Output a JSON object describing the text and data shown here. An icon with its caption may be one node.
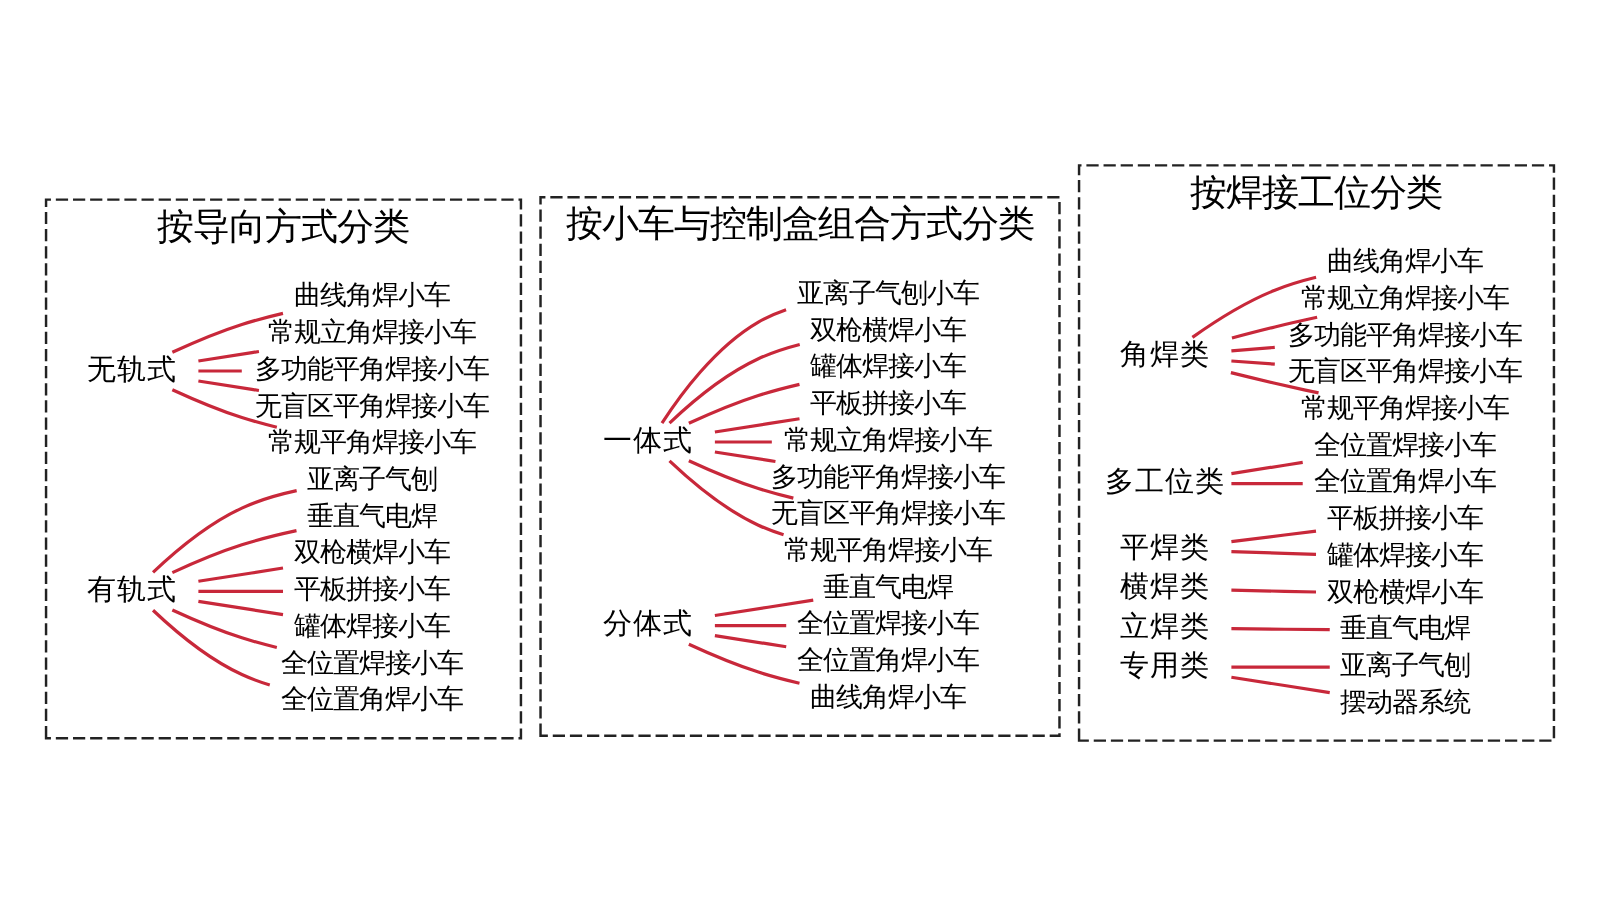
{
  "diagram": {
    "nodes": [
      {
        "text": [
          "按导向方式分类"
        ]
      },
      {
        "text": [
          "无轨式"
        ],
        "in": 0
      },
      {
        "text": [
          "常规平角焊接小车"
        ],
        "in": 0
      },
      {
        "text": [
          "无盲区平角焊接小车"
        ],
        "in": 0
      },
      {
        "text": [
          "多功能平角焊接小车"
        ],
        "in": 0
      },
      {
        "text": [
          "常规立角焊接小车"
        ],
        "in": 0
      },
      {
        "text": [
          "曲线角焊小车"
        ],
        "in": 0
      },
      {
        "text": [
          "有轨式"
        ],
        "in": 0
      },
      {
        "text": [
          "全位置角焊小车"
        ],
        "in": 0
      },
      {
        "text": [
          "全位置焊接小车"
        ],
        "in": 0
      },
      {
        "text": [
          "罐体焊接小车"
        ],
        "in": 0
      },
      {
        "text": [
          "平板拼接小车"
        ],
        "in": 0
      },
      {
        "text": [
          "双枪横焊小车"
        ],
        "in": 0
      },
      {
        "text": [
          "垂直气电焊"
        ],
        "in": 0
      },
      {
        "text": [
          "亚离子气刨"
        ],
        "in": 0
      },
      {
        "text": [
          "按小车与控制盒组合方式分类"
        ]
      },
      {
        "text": [
          "一体式"
        ],
        "in": 15
      },
      {
        "text": [
          "常规平角焊接小车"
        ],
        "in": 15
      },
      {
        "text": [
          "无盲区平角焊接小车"
        ],
        "in": 15
      },
      {
        "text": [
          "多功能平角焊接小车"
        ],
        "in": 15
      },
      {
        "text": [
          "常规立角焊接小车"
        ],
        "in": 15
      },
      {
        "text": [
          "平板拼接小车"
        ],
        "in": 15
      },
      {
        "text": [
          "罐体焊接小车"
        ],
        "in": 15
      },
      {
        "text": [
          "双枪横焊小车"
        ],
        "in": 15
      },
      {
        "text": [
          "亚离子气刨小车"
        ],
        "in": 15
      },
      {
        "text": [
          "分体式"
        ],
        "in": 15
      },
      {
        "text": [
          "曲线角焊小车"
        ],
        "in": 15
      },
      {
        "text": [
          "全位置角焊小车"
        ],
        "in": 15
      },
      {
        "text": [
          "全位置焊接小车"
        ],
        "in": 15
      },
      {
        "text": [
          "垂直气电焊"
        ],
        "in": 15
      },
      {
        "text": [
          "按焊接工位分类"
        ]
      },
      {
        "text": [
          "角焊类"
        ],
        "in": 30
      },
      {
        "text": [
          "常规平角焊接小车"
        ],
        "in": 30
      },
      {
        "text": [
          "无盲区平角焊接小车"
        ],
        "in": 30
      },
      {
        "text": [
          "多功能平角焊接小车"
        ],
        "in": 30
      },
      {
        "text": [
          "常规立角焊接小车"
        ],
        "in": 30
      },
      {
        "text": [
          "曲线角焊小车"
        ],
        "in": 30
      },
      {
        "text": [
          "多工位类"
        ],
        "in": 30
      },
      {
        "text": [
          "全位置角焊小车"
        ],
        "in": 30
      },
      {
        "text": [
          "全位置焊接小车"
        ],
        "in": 30
      },
      {
        "text": [
          "平焊类"
        ],
        "in": 30
      },
      {
        "text": [
          "罐体焊接小车"
        ],
        "in": 30
      },
      {
        "text": [
          "平板拼接小车"
        ],
        "in": 30
      },
      {
        "text": [
          "横焊类"
        ],
        "in": 30
      },
      {
        "text": [
          "双枪横焊小车"
        ],
        "in": 30
      },
      {
        "text": [
          "立焊类"
        ],
        "in": 30
      },
      {
        "text": [
          "垂直气电焊"
        ],
        "in": 30
      },
      {
        "text": [
          "专用类"
        ],
        "in": 30
      },
      {
        "text": [
          "摆动器系统"
        ],
        "in": 30
      },
      {
        "text": [
          "亚离子气刨"
        ],
        "in": 30
      }
    ],
    "edges": [
      {
        "from": 1,
        "to": 2,
        "arrow": "none"
      },
      {
        "from": 1,
        "to": 3,
        "arrow": "none"
      },
      {
        "from": 1,
        "to": 4,
        "arrow": "none"
      },
      {
        "from": 1,
        "to": 5,
        "arrow": "none"
      },
      {
        "from": 1,
        "to": 6,
        "arrow": "none"
      },
      {
        "from": 7,
        "to": 8,
        "arrow": "none"
      },
      {
        "from": 7,
        "to": 9,
        "arrow": "none"
      },
      {
        "from": 7,
        "to": 10,
        "arrow": "none"
      },
      {
        "from": 7,
        "to": 11,
        "arrow": "none"
      },
      {
        "from": 7,
        "to": 12,
        "arrow": "none"
      },
      {
        "from": 7,
        "to": 13,
        "arrow": "none"
      },
      {
        "from": 7,
        "to": 14,
        "arrow": "none"
      },
      {
        "from": 16,
        "to": 17,
        "arrow": "none"
      },
      {
        "from": 16,
        "to": 18,
        "arrow": "none"
      },
      {
        "from": 16,
        "to": 19,
        "arrow": "none"
      },
      {
        "from": 16,
        "to": 20,
        "arrow": "none"
      },
      {
        "from": 16,
        "to": 21,
        "arrow": "none"
      },
      {
        "from": 16,
        "to": 22,
        "arrow": "none"
      },
      {
        "from": 16,
        "to": 23,
        "arrow": "none"
      },
      {
        "from": 16,
        "to": 24,
        "arrow": "none"
      },
      {
        "from": 25,
        "to": 26,
        "arrow": "none"
      },
      {
        "from": 25,
        "to": 27,
        "arrow": "none"
      },
      {
        "from": 25,
        "to": 28,
        "arrow": "none"
      },
      {
        "from": 25,
        "to": 29,
        "arrow": "none"
      },
      {
        "from": 31,
        "to": 32,
        "arrow": "none"
      },
      {
        "from": 31,
        "to": 33,
        "arrow": "none"
      },
      {
        "from": 31,
        "to": 34,
        "arrow": "none"
      },
      {
        "from": 31,
        "to": 35,
        "arrow": "none"
      },
      {
        "from": 31,
        "to": 36,
        "arrow": "none"
      },
      {
        "from": 37,
        "to": 38,
        "arrow": "none"
      },
      {
        "from": 37,
        "to": 39,
        "arrow": "none"
      },
      {
        "from": 40,
        "to": 41,
        "arrow": "none"
      },
      {
        "from": 40,
        "to": 42,
        "arrow": "none"
      },
      {
        "from": 43,
        "to": 44,
        "arrow": "none"
      },
      {
        "from": 45,
        "to": 46,
        "arrow": "none"
      },
      {
        "from": 47,
        "to": 48,
        "arrow": "none"
      },
      {
        "from": 47,
        "to": 49,
        "arrow": "none"
      }
    ]
  }
}
